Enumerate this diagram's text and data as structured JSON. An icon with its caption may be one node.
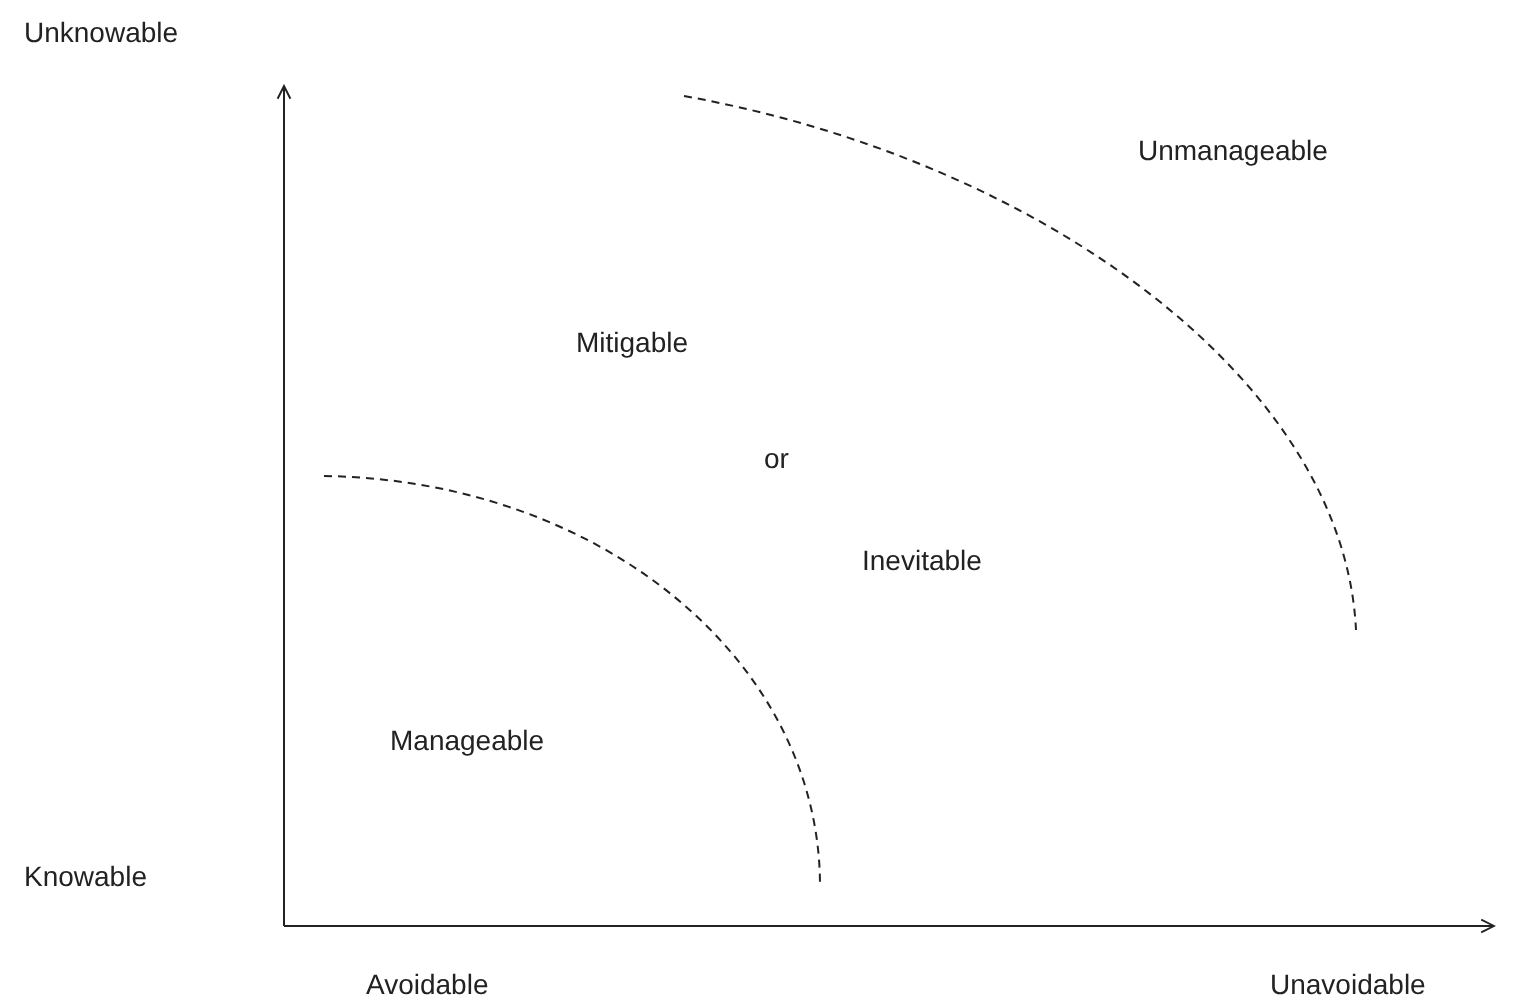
{
  "diagram": {
    "labels": [
      "Unknowable",
      "Unmanageable",
      "Mitigable",
      "or",
      "Inevitable",
      "Manageable",
      "Knowable",
      "Avoidable",
      "Unavoidable"
    ]
  }
}
